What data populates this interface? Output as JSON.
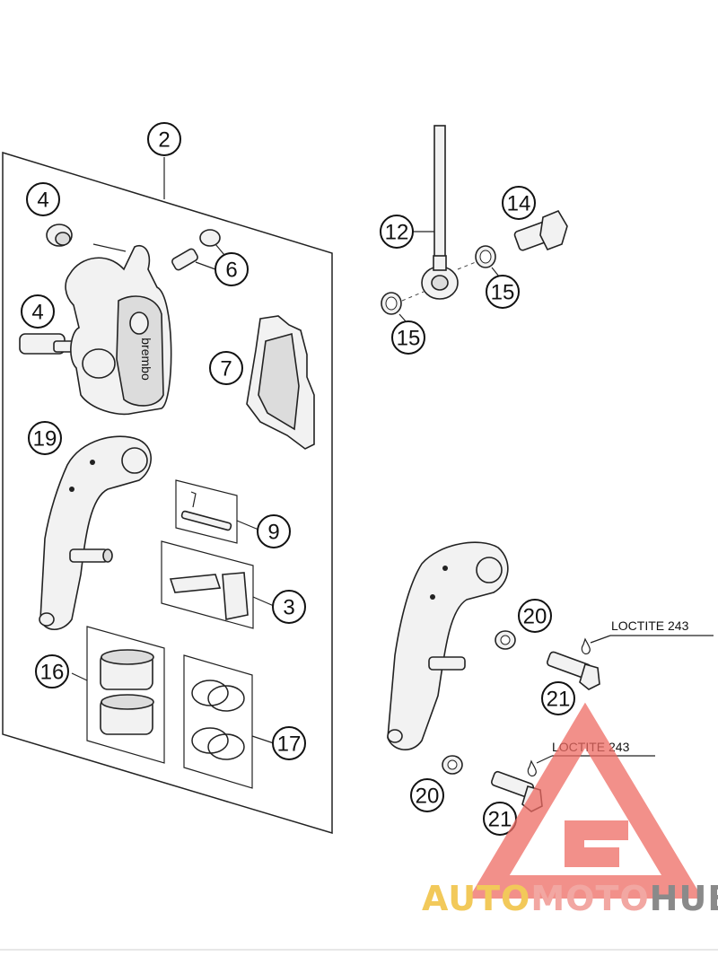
{
  "callouts": {
    "c2": "2",
    "c4a": "4",
    "c4b": "4",
    "c6": "6",
    "c7": "7",
    "c19": "19",
    "c9": "9",
    "c3": "3",
    "c16": "16",
    "c17": "17",
    "c12": "12",
    "c14": "14",
    "c15a": "15",
    "c15b": "15",
    "c20a": "20",
    "c20b": "20",
    "c21a": "21",
    "c21b": "21"
  },
  "labels": {
    "loctite_1": "LOCTITE 243",
    "loctite_2": "LOCTITE 243",
    "caliper_brand": "brembo"
  },
  "watermark": {
    "part1": "AUTO",
    "part2": "MOTO",
    "part3": "HUB",
    "color_yellow": "#f2c95a",
    "color_pink": "#f2a7a2",
    "color_gray": "#8a8a8a",
    "triangle_color": "#ee6b63"
  }
}
